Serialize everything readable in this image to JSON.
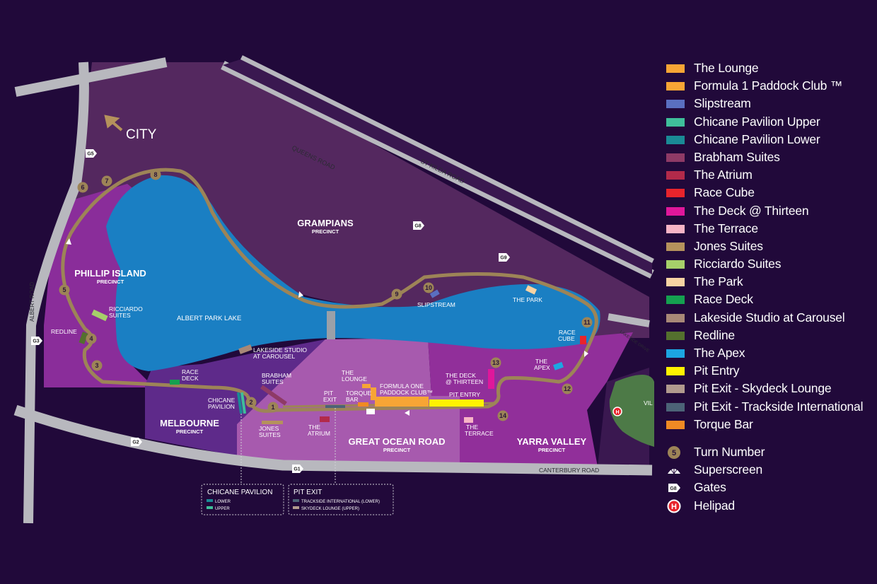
{
  "map": {
    "city_label": "CITY",
    "roads": {
      "queens": "QUEENS ROAD",
      "st_kilda": "ST KILDA ROAD",
      "albert": "ALBERT ROAD",
      "canterbury": "CANTERBURY ROAD",
      "lakeside": "LAKESIDE DRIVE"
    },
    "lake": "ALBERT PARK LAKE",
    "precincts": [
      {
        "name": "GRAMPIANS",
        "sub": "PRECINCT"
      },
      {
        "name": "PHILLIP ISLAND",
        "sub": "PRECINCT"
      },
      {
        "name": "MELBOURNE",
        "sub": "PRECINCT"
      },
      {
        "name": "GREAT OCEAN ROAD",
        "sub": "PRECINCT"
      },
      {
        "name": "YARRA VALLEY",
        "sub": "PRECINCT"
      }
    ],
    "gates": [
      "G1",
      "G2",
      "G3",
      "G5",
      "G8",
      "G9"
    ],
    "turns": [
      "1",
      "2",
      "3",
      "4",
      "5",
      "6",
      "7",
      "8",
      "9",
      "10",
      "11",
      "12",
      "13",
      "14"
    ],
    "venue_labels": {
      "slipstream": "SLIPSTREAM",
      "the_park": "THE PARK",
      "race_cube": [
        "RACE",
        "CUBE"
      ],
      "the_apex": [
        "THE",
        "APEX"
      ],
      "ricciardo": [
        "RICCIARDO",
        "SUITES"
      ],
      "redline": "REDLINE",
      "lakeside": [
        "LAKESIDE STUDIO",
        "AT CAROUSEL"
      ],
      "race_deck": [
        "RACE",
        "DECK"
      ],
      "brabham": [
        "BRABHAM",
        "SUITES"
      ],
      "chicane": [
        "CHICANE",
        "PAVILION"
      ],
      "jones": [
        "JONES",
        "SUITES"
      ],
      "the_atrium": [
        "THE",
        "ATRIUM"
      ],
      "pit_exit": [
        "PIT",
        "EXIT"
      ],
      "torque_bar": [
        "TORQUE",
        "BAR"
      ],
      "the_lounge": [
        "THE",
        "LOUNGE"
      ],
      "paddock": [
        "FORMULA ONE",
        "PADDOCK CLUB™"
      ],
      "deck13": [
        "THE DECK",
        "@ THIRTEEN"
      ],
      "pit_entry": "PIT ENTRY",
      "the_terrace": [
        "THE",
        "TERRACE"
      ],
      "vil": "VIL"
    },
    "helipad_mark": "H",
    "key_boxes": {
      "chicane": {
        "title": "CHICANE PAVILION",
        "items": [
          "LOWER",
          "UPPER"
        ]
      },
      "pit_exit": {
        "title": "PIT EXIT",
        "items": [
          "TRACKSIDE INTERNATIONAL (LOWER)",
          "SKYDECK LOUNGE (UPPER)"
        ]
      }
    }
  },
  "legend": {
    "items": [
      {
        "label": "The Lounge",
        "color": "#f7a535"
      },
      {
        "label": "Formula 1 Paddock Club ™",
        "color": "#f7a535"
      },
      {
        "label": "Slipstream",
        "color": "#5a6fc0"
      },
      {
        "label": "Chicane Pavilion Upper",
        "color": "#3fbf9a"
      },
      {
        "label": "Chicane Pavilion Lower",
        "color": "#1a8a95"
      },
      {
        "label": "Brabham Suites",
        "color": "#8e3a66"
      },
      {
        "label": "The Atrium",
        "color": "#b22a4a"
      },
      {
        "label": "Race Cube",
        "color": "#e8242c"
      },
      {
        "label": "The Deck @ Thirteen",
        "color": "#e0179b"
      },
      {
        "label": "The Terrace",
        "color": "#f7b4c6"
      },
      {
        "label": "Jones Suites",
        "color": "#b5925c"
      },
      {
        "label": "Ricciardo Suites",
        "color": "#a6cf6a"
      },
      {
        "label": "The Park",
        "color": "#f7d3a3"
      },
      {
        "label": "Race Deck",
        "color": "#15a050"
      },
      {
        "label": "Lakeside Studio at Carousel",
        "color": "#a88877"
      },
      {
        "label": "Redline",
        "color": "#54702e"
      },
      {
        "label": "The Apex",
        "color": "#1ca6e2"
      },
      {
        "label": "Pit Entry",
        "color": "#fff200"
      },
      {
        "label": "Pit Exit - Skydeck Lounge",
        "color": "#b19a8e"
      },
      {
        "label": "Pit Exit - Trackside International",
        "color": "#4c6377"
      },
      {
        "label": "Torque Bar",
        "color": "#f08a24"
      }
    ],
    "symbols": [
      {
        "label": "Turn Number",
        "icon": "turn-number-icon",
        "sample": "5"
      },
      {
        "label": "Superscreen",
        "icon": "superscreen-icon"
      },
      {
        "label": "Gates",
        "icon": "gate-icon",
        "sample": "G8"
      },
      {
        "label": "Helipad",
        "icon": "helipad-icon",
        "sample": "H"
      }
    ]
  },
  "colors": {
    "background": "#21093a",
    "track": "#9d8457",
    "lake": "#1a7fc3",
    "road": "#b8b8be"
  }
}
